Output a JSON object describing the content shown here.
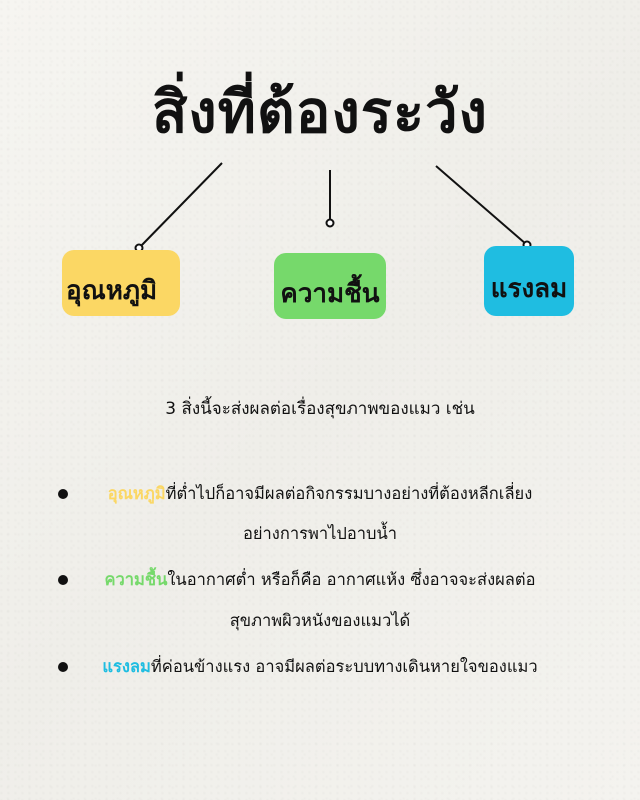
{
  "title": "สิ่งที่ต้องระวัง",
  "boxes": [
    {
      "label": "อุณหภูมิ",
      "color": "#fbd764"
    },
    {
      "label": "ความชื้น",
      "color": "#76d96b"
    },
    {
      "label": "แรงลม",
      "color": "#1fbde1"
    }
  ],
  "intro": "3 สิ่งนี้จะส่งผลต่อเรื่องสุขภาพของแมว เช่น",
  "bullets": [
    {
      "keyword": "อุณหภูมิ",
      "keyword_color": "#fbd764",
      "line1_rest": "ที่ต่ำไปก็อาจมีผลต่อกิจกรรมบางอย่างที่ต้องหลีกเลี่ยง",
      "line2": "อย่างการพาไปอาบน้ำ"
    },
    {
      "keyword": "ความชื้น",
      "keyword_color": "#76d96b",
      "line1_rest": "ในอากาศต่ำ หรือก็คือ อากาศแห้ง ซึ่งอาจจะส่งผลต่อ",
      "line2": "สุขภาพผิวหนังของแมวได้"
    },
    {
      "keyword": "แรงลม",
      "keyword_color": "#1fbde1",
      "line1_rest": "ที่ค่อนข้างแรง อาจมีผลต่อระบบทางเดินหายใจของแมว"
    }
  ]
}
